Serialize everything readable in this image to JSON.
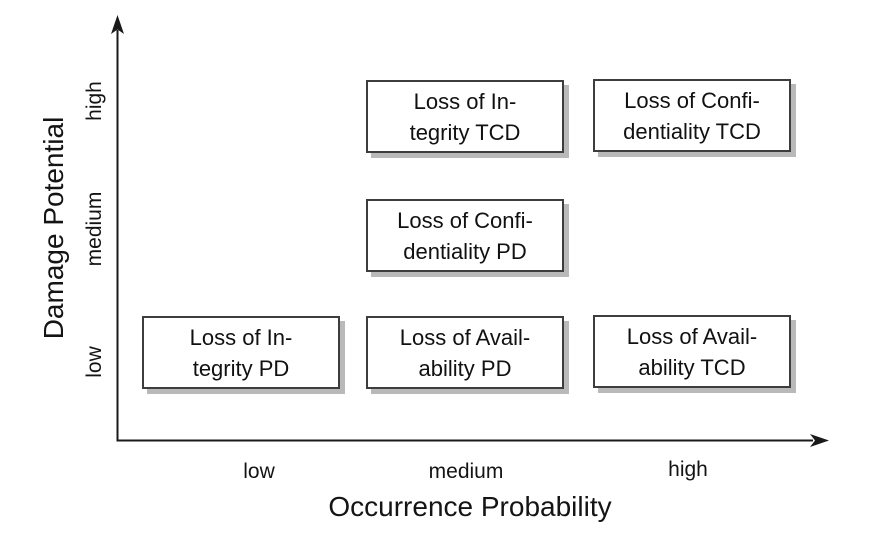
{
  "chart_data": {
    "type": "scatter",
    "title": "",
    "xlabel": "Occurrence Probability",
    "ylabel": "Damage Potential",
    "x_categories": [
      "low",
      "medium",
      "high"
    ],
    "y_categories": [
      "low",
      "medium",
      "high"
    ],
    "legend": null,
    "grid": false,
    "points": [
      {
        "x": "medium",
        "y": "high",
        "label": "Loss of Integrity TCD",
        "lines": [
          "Loss of In-",
          "tegrity TCD"
        ]
      },
      {
        "x": "high",
        "y": "high",
        "label": "Loss of Confidentiality TCD",
        "lines": [
          "Loss of Confi-",
          "dentiality TCD"
        ]
      },
      {
        "x": "medium",
        "y": "medium",
        "label": "Loss of Confidentiality PD",
        "lines": [
          "Loss of Confi-",
          "dentiality PD"
        ]
      },
      {
        "x": "low",
        "y": "low",
        "label": "Loss of Integrity PD",
        "lines": [
          "Loss of In-",
          "tegrity PD"
        ]
      },
      {
        "x": "medium",
        "y": "low",
        "label": "Loss of Availability PD",
        "lines": [
          "Loss of Avail-",
          "ability PD"
        ]
      },
      {
        "x": "high",
        "y": "low",
        "label": "Loss of Availability TCD",
        "lines": [
          "Loss of Avail-",
          "ability TCD"
        ]
      }
    ],
    "colors": {
      "background": "#ffffff",
      "axis": "#1a1a1a",
      "box_border": "#3d3d3d",
      "box_shadow": "#b9b9b9",
      "text": "#141414"
    }
  }
}
